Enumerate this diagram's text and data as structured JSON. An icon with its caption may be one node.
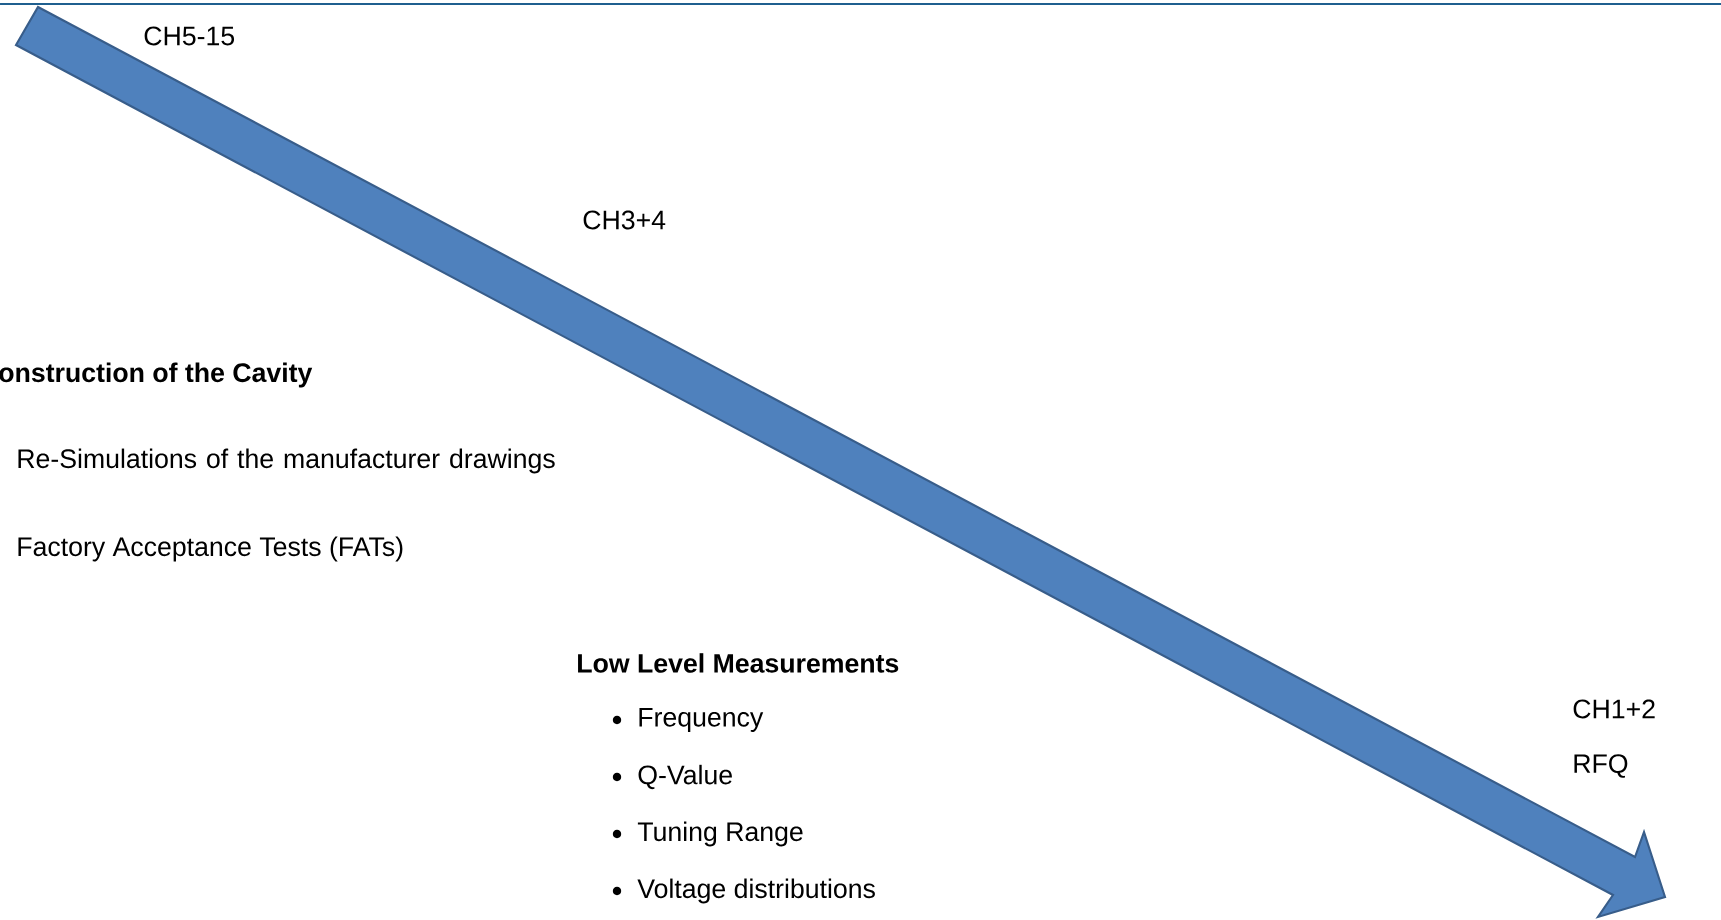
{
  "diagram": {
    "labels": [
      "CH5-15",
      "CH3+4",
      "onstruction of the Cavity",
      "Re-Simulations of the manufacturer drawings",
      "Factory Acceptance Tests (FATs)",
      "Low Level Measurements",
      "Frequency",
      "Q-Value",
      "Tuning Range",
      "Voltage distributions",
      "CH1+2",
      "RFQ"
    ]
  }
}
